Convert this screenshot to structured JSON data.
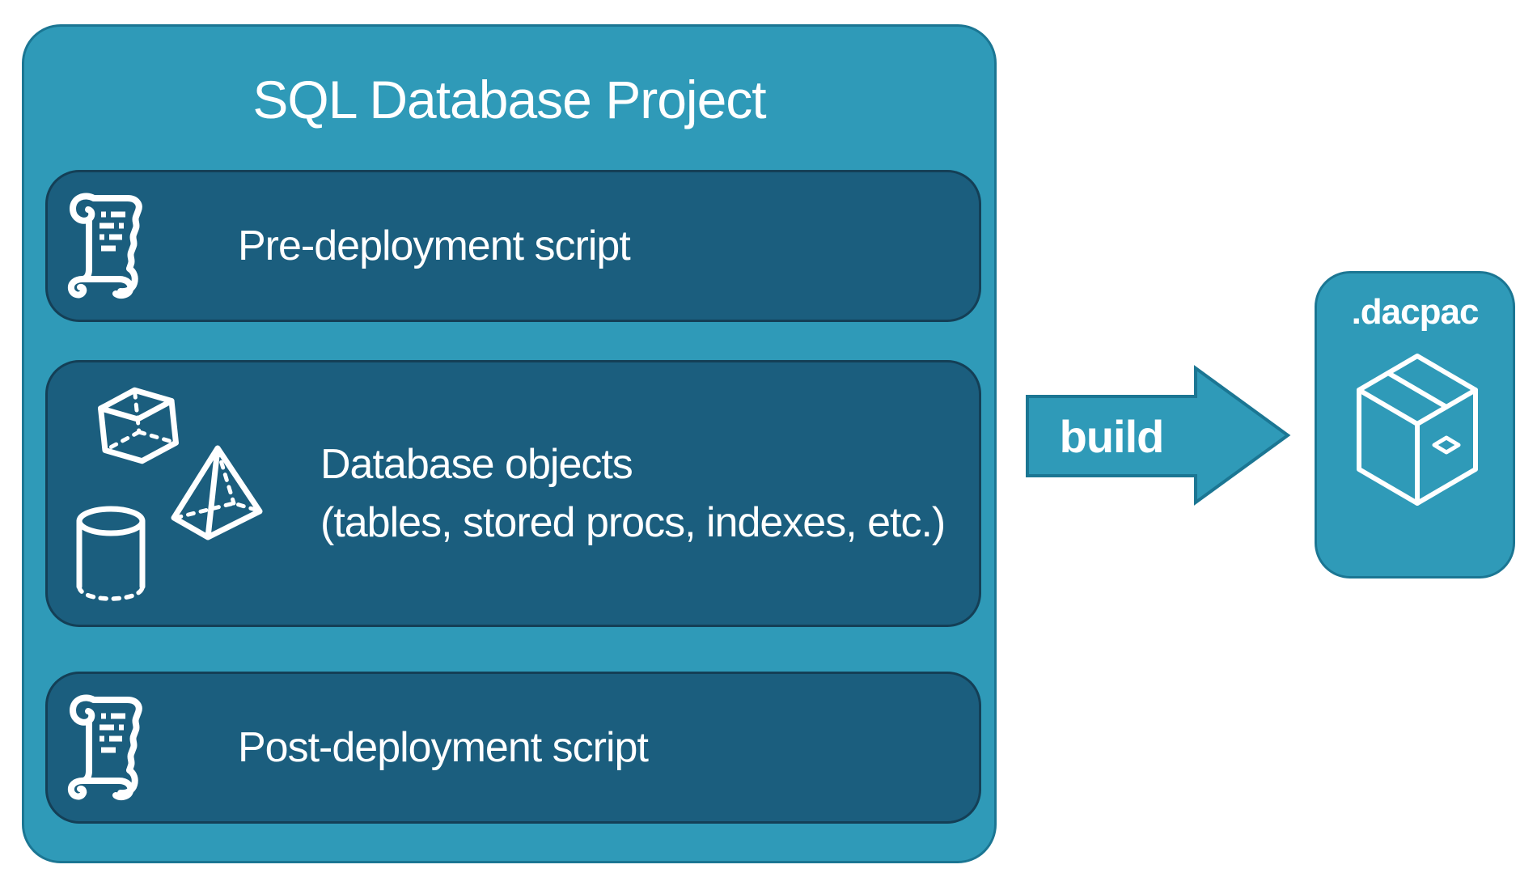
{
  "colors": {
    "outer_fill": "#2F9AB8",
    "outer_border": "#1B7693",
    "inner_fill": "#1B5E7E",
    "inner_border": "#143F56",
    "text": "#FFFFFF",
    "background": "#FFFFFF"
  },
  "project_box": {
    "title": "SQL Database Project",
    "items": [
      {
        "label": "Pre-deployment script",
        "icon": "scroll-icon"
      },
      {
        "label_line1": "Database objects",
        "label_line2": "(tables, stored procs, indexes, etc.)",
        "icons": [
          "cube-icon",
          "pyramid-icon",
          "cylinder-icon"
        ]
      },
      {
        "label": "Post-deployment script",
        "icon": "scroll-icon"
      }
    ]
  },
  "arrow": {
    "label": "build"
  },
  "output_box": {
    "title": ".dacpac",
    "icon": "package-icon"
  }
}
